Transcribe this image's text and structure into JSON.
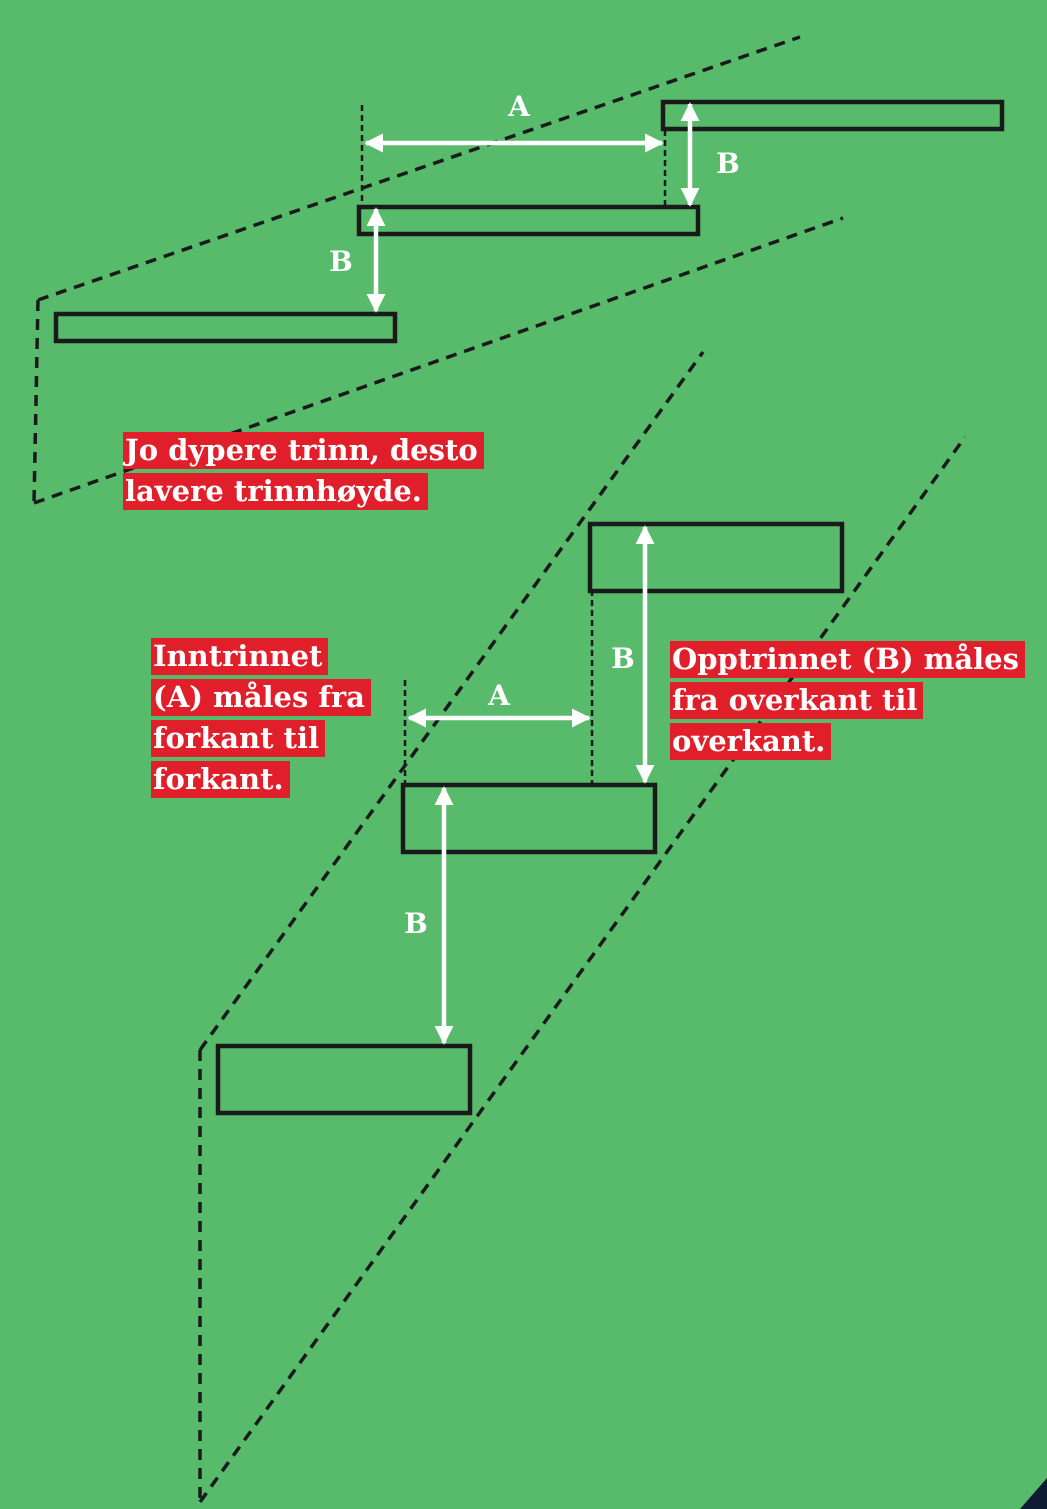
{
  "colors": {
    "background": "#58bb6c",
    "line": "#1a1a1a",
    "arrow": "#ffffff",
    "label_text": "#ffffff",
    "note_bg": "#e01f2b",
    "note_text": "#ffffff",
    "corner": "#0f1a33"
  },
  "labels": {
    "top_a": "A",
    "top_b_right": "B",
    "top_b_left": "B",
    "bottom_a": "A",
    "bottom_b_upper": "B",
    "bottom_b_lower": "B"
  },
  "notes": {
    "deep_steps": [
      "Jo dypere trinn, desto",
      "lavere trinnhøyde."
    ],
    "tread": [
      "Inntrinnet",
      "(A) måles fra",
      "forkant til",
      "forkant."
    ],
    "riser": [
      "Opptrinnet (B) måles",
      "fra overkant til",
      "overkant."
    ]
  }
}
